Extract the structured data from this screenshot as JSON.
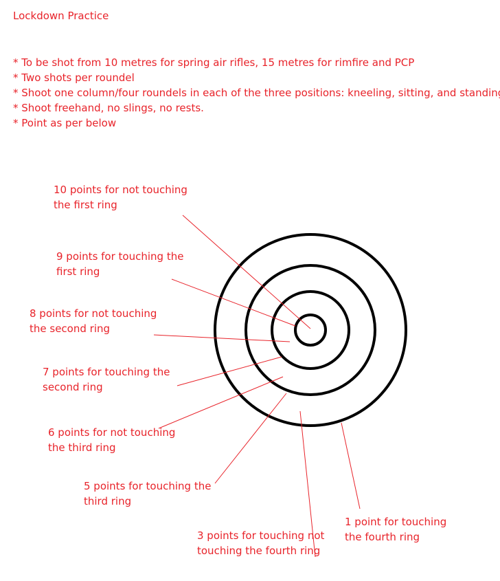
{
  "title": "Lockdown Practice",
  "rules": [
    "* To be shot from 10 metres for spring air rifles, 15 metres for rimfire and PCP",
    "* Two shots per roundel",
    "* Shoot one column/four roundels in each of the three positions: kneeling, sitting, and standing",
    "* Shoot freehand, no slings, no rests.",
    "* Point as per below"
  ],
  "labels": [
    {
      "lines": [
        "10 points for not touching",
        "the first ring"
      ]
    },
    {
      "lines": [
        "9 points for touching the",
        "first ring"
      ]
    },
    {
      "lines": [
        "8 points for not touching",
        "the second ring"
      ]
    },
    {
      "lines": [
        "7 points for touching the",
        "second ring"
      ]
    },
    {
      "lines": [
        "6 points for not touching",
        "the third ring"
      ]
    },
    {
      "lines": [
        "5 points for touching the",
        "third ring"
      ]
    },
    {
      "lines": [
        "3 points for touching not",
        "touching the fourth ring"
      ]
    },
    {
      "lines": [
        "1 point for touching",
        "the fourth ring"
      ]
    }
  ],
  "colors": {
    "text": "#e8232a",
    "rings": "#000000",
    "leaders": "#e8232a"
  }
}
